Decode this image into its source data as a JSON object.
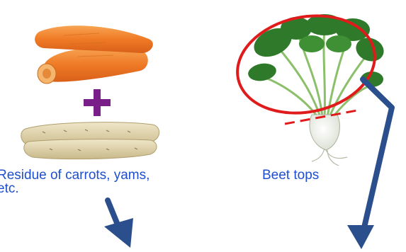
{
  "left_panel": {
    "caption": "Residue of carrots, yams,\netc.",
    "items": [
      "carrot-image",
      "plus-sign",
      "yam-image"
    ],
    "plus_color": "#7a1f8a",
    "arrow_color": "#2b4f8c"
  },
  "right_panel": {
    "caption": "Beet tops",
    "items": [
      "beet-image",
      "leaf-highlight-ellipse",
      "cut-line"
    ],
    "highlight_color": "#e01b1b",
    "arrow_color": "#2b4f8c"
  }
}
